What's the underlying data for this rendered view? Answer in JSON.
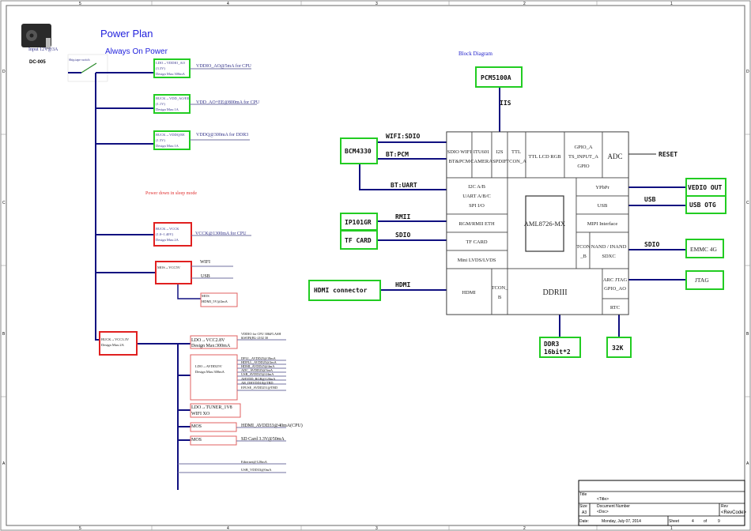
{
  "frame": {
    "cols": [
      "5",
      "4",
      "3",
      "2",
      "1"
    ],
    "rows": [
      "D",
      "C",
      "B",
      "A"
    ]
  },
  "power": {
    "title": "Power Plan",
    "subtitle": "Always On Power",
    "input": "Input 12V@3A",
    "jack": "DC-005",
    "switch": "Ship,tape switch",
    "sleep_note": "Power down in sleep mode",
    "green_boxes": [
      {
        "lines": [
          "LDO→VDDIO_AO",
          "(3.3V)",
          "Design Max:300mA"
        ],
        "out": "VDDIO_AO@5mA for CPU"
      },
      {
        "lines": [
          "BUCK→VDD_AO/EE",
          "(1.1V)",
          "Design Max:1A"
        ],
        "out": "VDD_AO+EE@800mA for CPU"
      },
      {
        "lines": [
          "BUCK→VDDQ/EE",
          "(1.5V)",
          "Design Max:1A"
        ],
        "out": "VDDQ@300mA for DDR3"
      }
    ],
    "vcck": {
      "lines": [
        "BUCK→VCCK",
        "(1.0~1.40V)",
        "Design Max:2A"
      ],
      "out": "VCCK@1300mA for CPU"
    },
    "vcc5v": {
      "label": "MOS→VCC5V",
      "outs": [
        "WIFI",
        "USB"
      ],
      "hdmi": [
        "MOS",
        "HDMI_5V@2mA"
      ]
    },
    "vcc33": {
      "lines": [
        "BUCK→VCC3.3V",
        "Design Max:2A"
      ]
    },
    "ldo28": {
      "lines": [
        "LDO→VCC2.8V",
        "Design Max:300mA"
      ],
      "outs": [
        "VDDIO for CPU 30&FLASH",
        "&WIFI(BL-2102 30"
      ]
    },
    "avdd25": {
      "lines": [
        "LDO→AVDD25V",
        "Design Max:300mA"
      ],
      "outs": [
        "DPLL_AVDD25@18mA",
        "HDPLL_AVDD25@2mA",
        "HDMI_AVDD25@4mA",
        "ADC_AVDD25@3mA",
        "USB_AVDD25@24mA",
        "AHVDD_RGB@120mA",
        "AR_DHVDD18@TBD",
        "EFUSE_AVDD251@TBD"
      ]
    },
    "tuner": {
      "lines": [
        "LDO→TUNER_1V8",
        "WIFI XO"
      ]
    },
    "mos_hdmi": {
      "label": "MOS",
      "out": "HDMI_AVDD33@40mA(CPU)"
    },
    "mos_sd": {
      "label": "MOS",
      "out": "SD Card 3.3V@50mA"
    },
    "ethernet": "Ethernet@120mA",
    "usb_vdd": "USB_VDD33@0mA"
  },
  "block": {
    "title": "Block Diagram",
    "pcm": "PCM5100A",
    "iis": "IIS",
    "bcm": "BCM4330",
    "wifi_sdio": "WIFI:SDIO",
    "bt_pcm": "BT:PCM",
    "bt_uart": "BT:UART",
    "ip101": "IP101GR",
    "rmii": "RMII",
    "tf": "TF CARD",
    "sdio_l": "SDIO",
    "hdmi_conn": "HDMI connector",
    "hdmi_l": "HDMI",
    "reset": "RESET",
    "vedio": "VEDIO OUT",
    "usb_l": "USB",
    "usb_otg": "USB OTG",
    "emmc": "EMMC 4G",
    "sdio_r": "SDIO",
    "jtag": "JTAG",
    "ddr3": [
      "DDR3",
      "16bit*2"
    ],
    "k32": "32K",
    "chip": {
      "name": "AML8726-MX",
      "top": [
        [
          "SDIO WIFI",
          "BT&PCM"
        ],
        [
          "ITU601",
          "CAMERA"
        ],
        [
          "I2S",
          "SPDIF"
        ],
        [
          "TTL",
          "TCON_A"
        ],
        [
          "TTL LCD RGB"
        ],
        [
          "GPIO_A",
          "TS_INPUT_A",
          "GPIO"
        ],
        [
          "ADC"
        ]
      ],
      "left": [
        [
          "I2C A/B",
          "UART A/B/C",
          "SPI I/O"
        ],
        [
          "RGM/RMII ETH"
        ],
        [
          "TF CARD"
        ],
        [
          "Mini LVDS/LVDS"
        ]
      ],
      "right": [
        [
          "YPbPr"
        ],
        [
          "USB"
        ],
        [
          "MIPI Interface"
        ]
      ],
      "tcon_b_r": [
        "TCON",
        "_B"
      ],
      "nand": [
        "NAND / INAND",
        "SDXC"
      ],
      "hdmi": "HDMI",
      "tcon_b": [
        "TCON_",
        "B"
      ],
      "ddr": "DDRIII",
      "arc": [
        "ARC JTAG",
        "GPIO_AO"
      ],
      "rtc": "RTC"
    }
  },
  "titleblock": {
    "title_label": "Title",
    "title": "<Title>",
    "size_label": "Size",
    "size": "A3",
    "doc_label": "Document Number",
    "doc": "<Doc>",
    "rev_label": "Rev",
    "rev": "<RevCode>",
    "date_label": "Date:",
    "date": "Monday, July 07, 2014",
    "sheet_label": "Sheet",
    "sheet": "4",
    "of_label": "of",
    "of": "9"
  }
}
